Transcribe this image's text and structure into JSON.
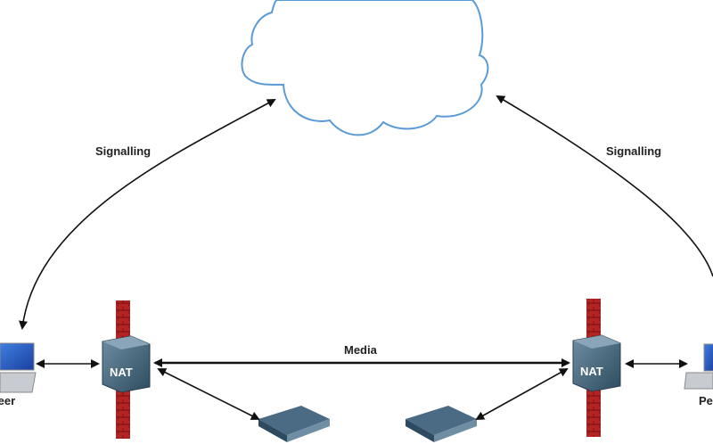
{
  "labels": {
    "signalling_left": "Signalling",
    "signalling_right": "Signalling",
    "media": "Media",
    "peer_left": "Peer",
    "peer_right": "Peer",
    "nat_left": "NAT",
    "nat_right": "NAT"
  },
  "colors": {
    "cloud_stroke": "#5b9bd5",
    "firewall": "#b22222",
    "nat_body": "#4a6f86",
    "arrow": "#111111"
  }
}
